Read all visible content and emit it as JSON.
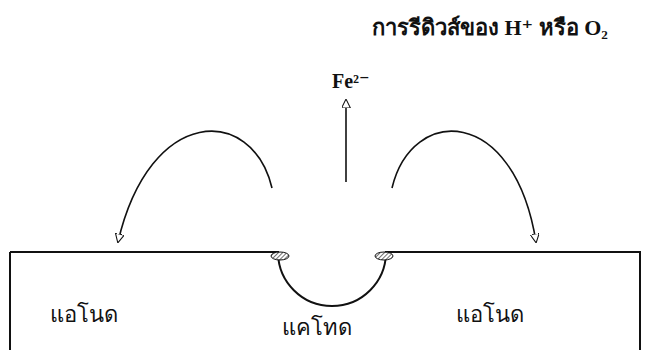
{
  "diagram": {
    "labels": [
      "การรีดิวส์ของ H⁺ หรือ O₂",
      "Fe²⁻",
      "แอโนด",
      "แคโทด",
      "แอโนด"
    ]
  }
}
